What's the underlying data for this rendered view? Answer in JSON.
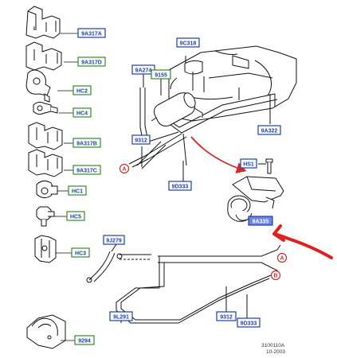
{
  "clip_labels": [
    {
      "id": "clip-1",
      "text": "9A317A",
      "color": "#1e3fa8"
    },
    {
      "id": "clip-2",
      "text": "9A317D",
      "color": "#1e3fa8"
    },
    {
      "id": "clip-3",
      "text": "HC2",
      "color": "#1e3fa8"
    },
    {
      "id": "clip-4",
      "text": "HC4",
      "color": "#1e3fa8"
    },
    {
      "id": "clip-5",
      "text": "9A317B",
      "color": "#1e3fa8"
    },
    {
      "id": "clip-6",
      "text": "9A317C",
      "color": "#1e3fa8"
    },
    {
      "id": "clip-7",
      "text": "HC1",
      "color": "#1e3fa8"
    },
    {
      "id": "clip-8",
      "text": "HC5",
      "color": "#1e3fa8"
    },
    {
      "id": "clip-9",
      "text": "HC3",
      "color": "#1e3fa8"
    },
    {
      "id": "clip-10",
      "text": "9294",
      "color": "#1e3fa8"
    }
  ],
  "part_labels": {
    "c318": "9C318",
    "a274": "9A274",
    "p9155": "9155",
    "a322": "9A322",
    "p9312_top": "9312",
    "d333_top": "9D333",
    "hs1": "HS1",
    "a335": "9A335",
    "j279": "9J279",
    "l291": "9L291",
    "p9312_bot": "9312",
    "d333_bot": "9D333"
  },
  "connectors": {
    "a_top": "A",
    "a_right": "A",
    "b_right": "B"
  },
  "reference": {
    "code": "3100110A",
    "date": "10-2003"
  },
  "colors": {
    "label_border": "#1e3fa8",
    "label_green_border": "#2e8b2e",
    "label_text": "#1e3fa8",
    "highlight_fill": "#6f86e0",
    "connector_red": "#d22b2b",
    "annotation_red": "#e0201c",
    "line": "#111111"
  }
}
